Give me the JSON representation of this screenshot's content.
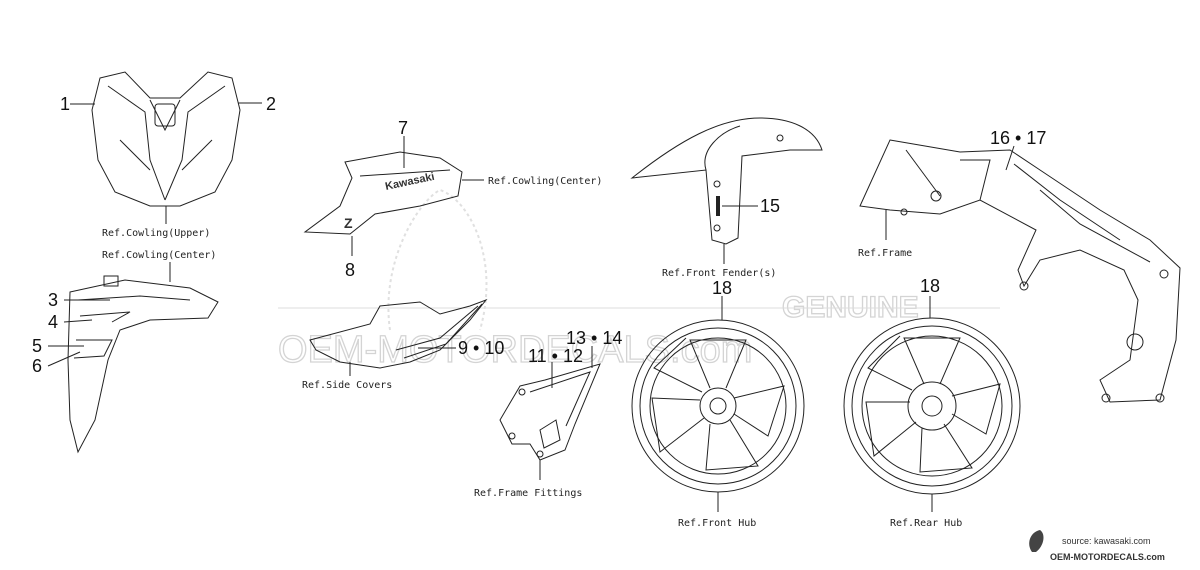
{
  "watermark": {
    "genuine": "GENUINE",
    "site": "OEM-MOTORDECALS.com"
  },
  "source": {
    "line1": "source: kawasaki.com",
    "line2": "OEM-MOTORDECALS.com"
  },
  "part_numbers": {
    "p1": "1",
    "p2": "2",
    "p3": "3",
    "p4": "4",
    "p5": "5",
    "p6": "6",
    "p7": "7",
    "p8": "8",
    "p9_10": "9 • 10",
    "p11_12": "11 • 12",
    "p13_14": "13 • 14",
    "p15": "15",
    "p16_17": "16 • 17",
    "p18a": "18",
    "p18b": "18"
  },
  "references": {
    "cowling_upper": "Ref.Cowling(Upper)",
    "cowling_center_left": "Ref.Cowling(Center)",
    "cowling_center_right": "Ref.Cowling(Center)",
    "side_covers": "Ref.Side Covers",
    "frame_fittings": "Ref.Frame Fittings",
    "front_fender": "Ref.Front Fender(s)",
    "front_hub": "Ref.Front Hub",
    "rear_hub": "Ref.Rear Hub",
    "frame": "Ref.Frame"
  },
  "decal_text": {
    "brand": "Kawasaki",
    "model": "Z"
  }
}
